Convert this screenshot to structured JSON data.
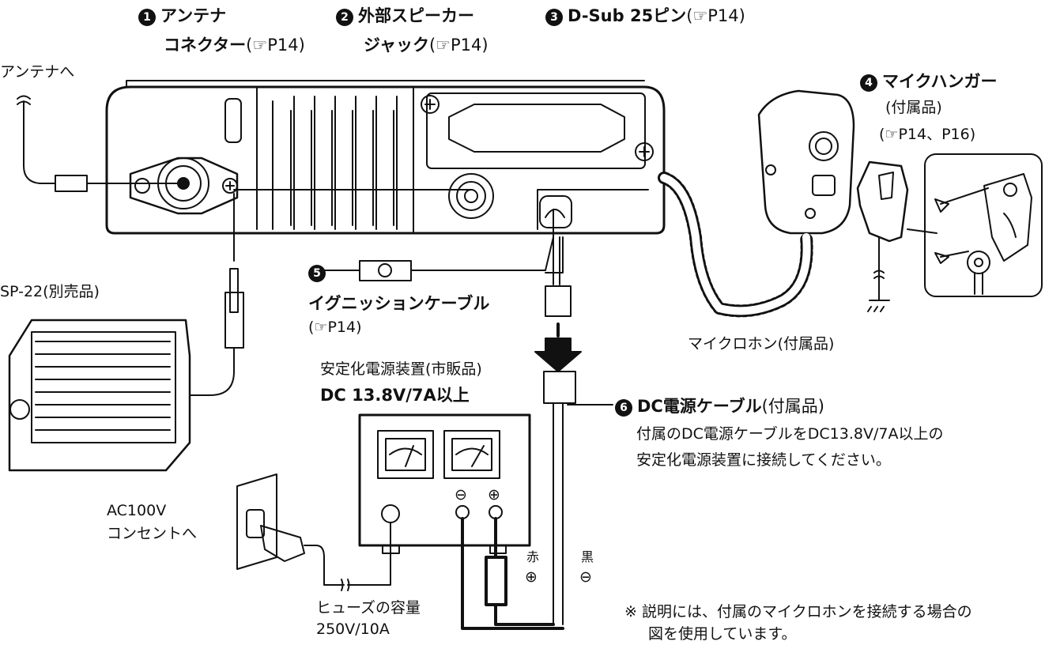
{
  "callouts": [
    {
      "num": "1",
      "line1": "アンテナ",
      "line2": "コネクター",
      "ref": "(☞P14)"
    },
    {
      "num": "2",
      "line1": "外部スピーカー",
      "line2": "ジャック",
      "ref": "(☞P14)"
    },
    {
      "num": "3",
      "title": "D-Sub 25ピン",
      "ref": "(☞P14)"
    },
    {
      "num": "4",
      "title": "マイクハンガー",
      "sub": "(付属品)",
      "ref": "(☞P14、P16)"
    },
    {
      "num": "5",
      "title": "イグニッションケーブル",
      "ref": "(☞P14)"
    },
    {
      "num": "6",
      "title": "DC電源ケーブル",
      "sub": "(付属品)",
      "desc1": "付属のDC電源ケーブルをDC13.8V/7A以上の",
      "desc2": "安定化電源装置に接続してください。"
    }
  ],
  "labels": {
    "antenna_to": "アンテナへ",
    "speaker": "SP-22(別売品)",
    "psu_title": "安定化電源装置(市販品)",
    "psu_spec": "DC 13.8V/7A以上",
    "ac_line1": "AC100V",
    "ac_line2": "コンセントへ",
    "fuse_line1": "ヒューズの容量",
    "fuse_line2": "250V/10A",
    "red": "赤",
    "black": "黒",
    "mic": "マイクロホン(付属品)",
    "note_line1": "※ 説明には、付属のマイクロホンを接続する場合の",
    "note_line2": "図を使用しています。"
  },
  "symbols": {
    "minus": "⊖",
    "plus": "⊕"
  }
}
